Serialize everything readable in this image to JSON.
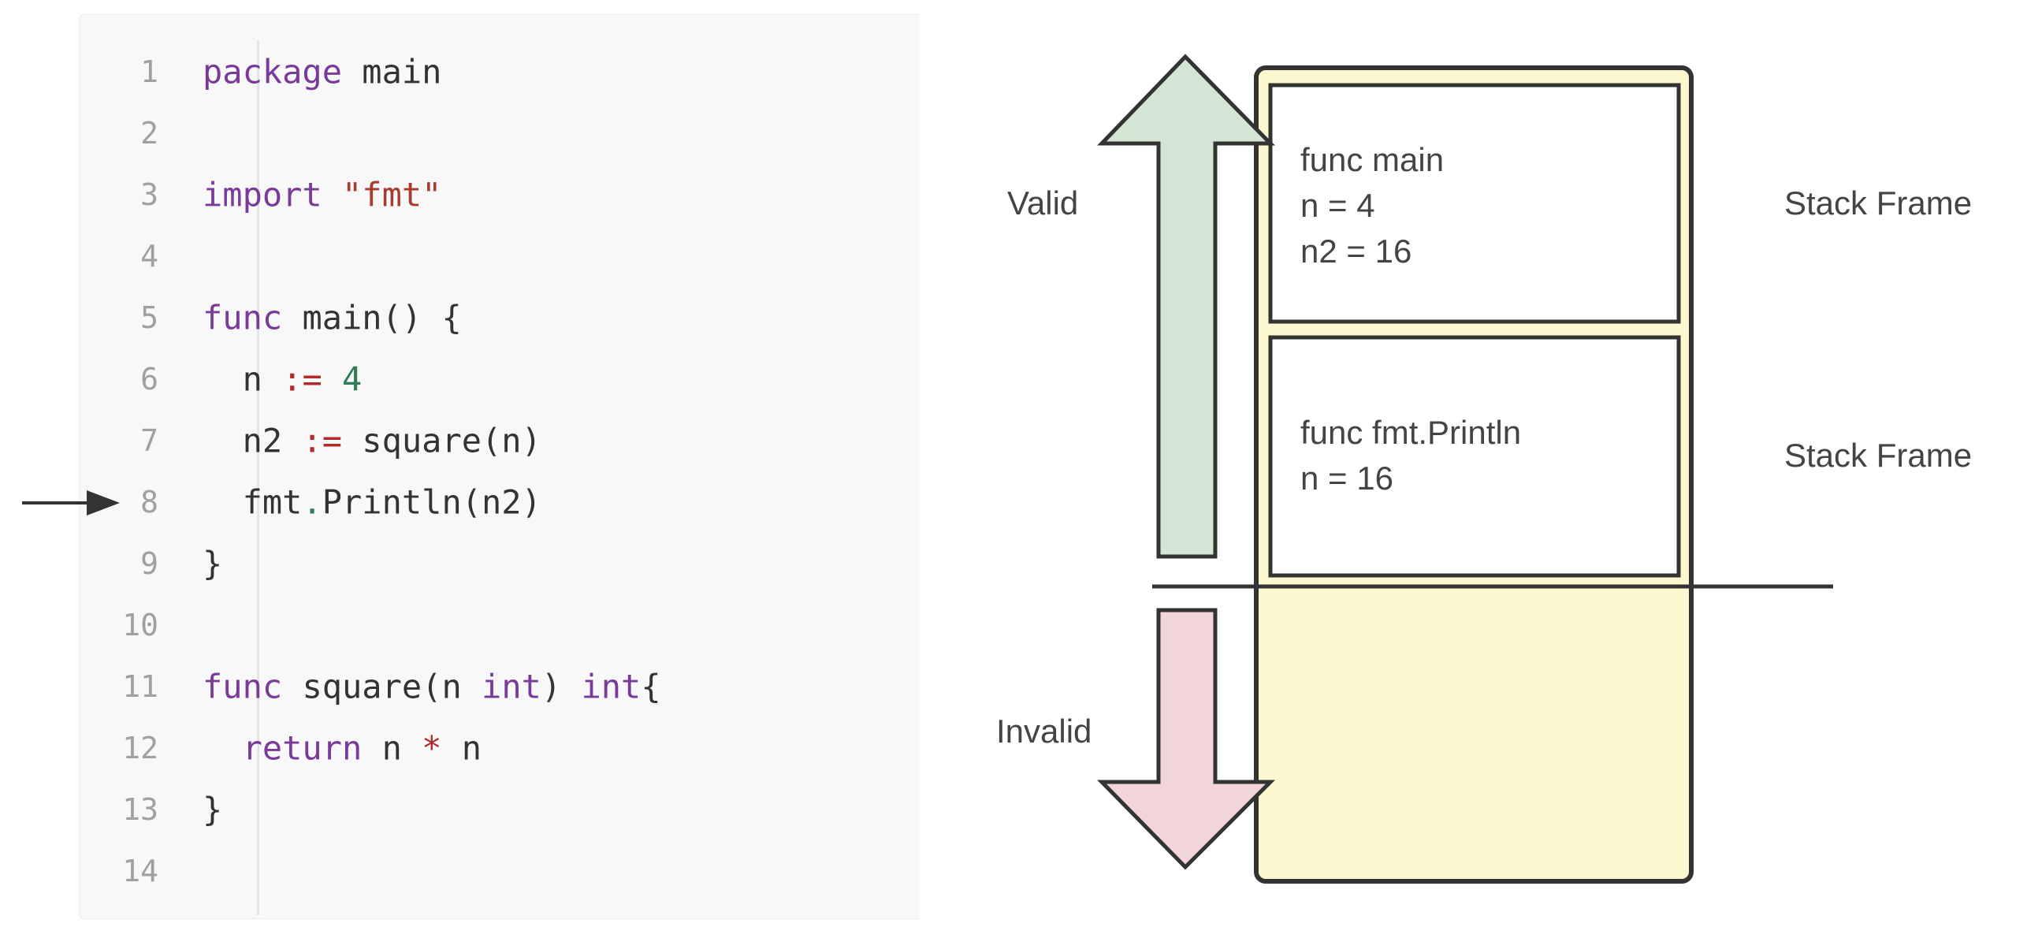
{
  "code": {
    "lines": [
      {
        "num": "1",
        "tokens": [
          {
            "t": "package",
            "k": "kw"
          },
          {
            "t": " main",
            "k": ""
          }
        ]
      },
      {
        "num": "2",
        "tokens": []
      },
      {
        "num": "3",
        "tokens": [
          {
            "t": "import",
            "k": "kw"
          },
          {
            "t": " ",
            "k": ""
          },
          {
            "t": "\"fmt\"",
            "k": "str"
          }
        ]
      },
      {
        "num": "4",
        "tokens": []
      },
      {
        "num": "5",
        "tokens": [
          {
            "t": "func",
            "k": "kw"
          },
          {
            "t": " main() {",
            "k": ""
          }
        ]
      },
      {
        "num": "6",
        "tokens": [
          {
            "t": "  n ",
            "k": ""
          },
          {
            "t": ":=",
            "k": "op"
          },
          {
            "t": " ",
            "k": ""
          },
          {
            "t": "4",
            "k": "num"
          }
        ]
      },
      {
        "num": "7",
        "tokens": [
          {
            "t": "  n2 ",
            "k": ""
          },
          {
            "t": ":=",
            "k": "op"
          },
          {
            "t": " square(n)",
            "k": ""
          }
        ]
      },
      {
        "num": "8",
        "tokens": [
          {
            "t": "  fmt",
            "k": ""
          },
          {
            "t": ".",
            "k": "dot"
          },
          {
            "t": "Println(n2)",
            "k": ""
          }
        ]
      },
      {
        "num": "9",
        "tokens": [
          {
            "t": "}",
            "k": ""
          }
        ]
      },
      {
        "num": "10",
        "tokens": []
      },
      {
        "num": "11",
        "tokens": [
          {
            "t": "func",
            "k": "kw"
          },
          {
            "t": " square(n ",
            "k": ""
          },
          {
            "t": "int",
            "k": "kw"
          },
          {
            "t": ") ",
            "k": ""
          },
          {
            "t": "int",
            "k": "kw"
          },
          {
            "t": "{",
            "k": ""
          }
        ]
      },
      {
        "num": "12",
        "tokens": [
          {
            "t": "  ",
            "k": ""
          },
          {
            "t": "return",
            "k": "kw"
          },
          {
            "t": " n ",
            "k": ""
          },
          {
            "t": "*",
            "k": "op"
          },
          {
            "t": " n",
            "k": ""
          }
        ]
      },
      {
        "num": "13",
        "tokens": [
          {
            "t": "}",
            "k": ""
          }
        ]
      },
      {
        "num": "14",
        "tokens": []
      }
    ],
    "current_line": "8"
  },
  "diagram": {
    "frames": [
      {
        "text": "func main\nn = 4\nn2 = 16",
        "label": "Stack Frame"
      },
      {
        "text": "func fmt.Println\nn = 16",
        "label": "Stack Frame"
      }
    ],
    "valid_label": "Valid",
    "invalid_label": "Invalid",
    "colors": {
      "stack_fill": "#fdf8cf",
      "frame_fill": "#ffffff",
      "outline": "#333333",
      "valid_arrow": "#d3e6d3",
      "invalid_arrow": "#f2d5da"
    }
  }
}
